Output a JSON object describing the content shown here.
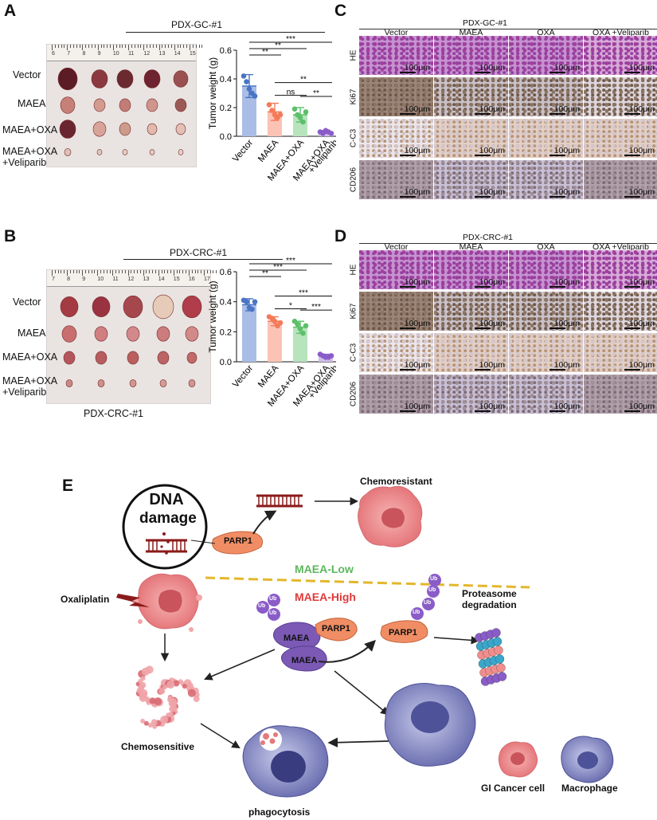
{
  "panels": {
    "A": {
      "letter": "A",
      "title": "PDX-GC-#1",
      "ruler_ticks": [
        "6",
        "7",
        "8",
        "9",
        "10",
        "11",
        "12",
        "13",
        "14",
        "15"
      ],
      "rows": [
        "Vector",
        "MAEA",
        "MAEA+OXA",
        "MAEA+OXA\n+Veliparib"
      ],
      "row1": "Vector",
      "row2": "MAEA",
      "row3": "MAEA+OXA",
      "row4a": "MAEA+OXA",
      "row4b": "+Veliparib"
    },
    "B": {
      "letter": "B",
      "title": "PDX-CRC-#1",
      "caption": "PDX-CRC-#1",
      "ruler_ticks": [
        "7",
        "8",
        "9",
        "10",
        "11",
        "12",
        "13",
        "14",
        "15",
        "16",
        "17"
      ],
      "row1": "Vector",
      "row2": "MAEA",
      "row3": "MAEA+OXA",
      "row4a": "MAEA+OXA",
      "row4b": "+Veliparib"
    },
    "C": {
      "letter": "C",
      "title": "PDX-GC-#1",
      "columns": [
        "Vector",
        "MAEA",
        "OXA",
        "OXA +Veliparib"
      ],
      "rows": [
        "HE",
        "Ki67",
        "C-C3",
        "CD206"
      ],
      "scale_label": "100µm"
    },
    "D": {
      "letter": "D",
      "title": "PDX-CRC-#1",
      "columns": [
        "Vector",
        "MAEA",
        "OXA",
        "OXA +Veliparib"
      ],
      "rows": [
        "HE",
        "Ki67",
        "C-C3",
        "CD206"
      ],
      "scale_label": "100µm"
    },
    "E": {
      "letter": "E",
      "dna_damage_1": "DNA",
      "dna_damage_2": "damage",
      "parp1": "PARP1",
      "chemoresistant": "Chemoresistant",
      "maea_low": "MAEA-Low",
      "maea_high": "MAEA-High",
      "oxaliplatin": "Oxaliplatin",
      "ub": "Ub",
      "maea": "MAEA",
      "proteasome_1": "Proteasome",
      "proteasome_2": "degradation",
      "chemosensitive": "Chemosensitive",
      "phagocytosis": "phagocytosis",
      "legend_cancer": "GI Cancer cell",
      "legend_macrophage": "Macrophage"
    }
  },
  "chart_data": [
    {
      "type": "bar",
      "panel": "A",
      "categories": [
        "Vector",
        "MAEA",
        "MAEA+OXA",
        "MAEA+OXA\n+Veliparib"
      ],
      "ylabel": "Tumor weight (g)",
      "ylim": [
        0,
        0.6
      ],
      "yticks": [
        "0.0",
        "0.2",
        "0.4",
        "0.6"
      ],
      "values": [
        0.35,
        0.17,
        0.15,
        0.03
      ],
      "errors": [
        0.08,
        0.06,
        0.05,
        0.01
      ],
      "points": [
        [
          0.42,
          0.38,
          0.33,
          0.3,
          0.28
        ],
        [
          0.22,
          0.18,
          0.15,
          0.13,
          0.15
        ],
        [
          0.19,
          0.15,
          0.13,
          0.1,
          0.17
        ],
        [
          0.03,
          0.02,
          0.04,
          0.03,
          0.02
        ]
      ],
      "colors": [
        "#4a74c4",
        "#f47a5a",
        "#5cc06a",
        "#8a5cc8"
      ],
      "fills": [
        "#a9bde6",
        "#fbc3b4",
        "#b7e3bd",
        "#cfbde9"
      ],
      "comparisons": [
        {
          "from": 0,
          "to": 3,
          "label": "***"
        },
        {
          "from": 0,
          "to": 2,
          "label": "**"
        },
        {
          "from": 0,
          "to": 1,
          "label": "**"
        },
        {
          "from": 1,
          "to": 3,
          "label": "**"
        },
        {
          "from": 1,
          "to": 2,
          "label": "ns"
        },
        {
          "from": 2,
          "to": 3,
          "label": "**"
        }
      ]
    },
    {
      "type": "bar",
      "panel": "B",
      "categories": [
        "Vector",
        "MAEA",
        "MAEA+OXA",
        "MAEA+OXA\n+Veliparib"
      ],
      "ylabel": "Tumor weight (g)",
      "ylim": [
        0,
        0.6
      ],
      "yticks": [
        "0.0",
        "0.2",
        "0.4",
        "0.6"
      ],
      "values": [
        0.38,
        0.27,
        0.23,
        0.04
      ],
      "errors": [
        0.04,
        0.03,
        0.04,
        0.01
      ],
      "points": [
        [
          0.41,
          0.4,
          0.36,
          0.35,
          0.4
        ],
        [
          0.3,
          0.29,
          0.27,
          0.24,
          0.26
        ],
        [
          0.27,
          0.25,
          0.22,
          0.19,
          0.24
        ],
        [
          0.05,
          0.04,
          0.03,
          0.03,
          0.04
        ]
      ],
      "colors": [
        "#4a74c4",
        "#f47a5a",
        "#5cc06a",
        "#8a5cc8"
      ],
      "fills": [
        "#a9bde6",
        "#fbc3b4",
        "#b7e3bd",
        "#cfbde9"
      ],
      "comparisons": [
        {
          "from": 0,
          "to": 3,
          "label": "***"
        },
        {
          "from": 0,
          "to": 2,
          "label": "***"
        },
        {
          "from": 0,
          "to": 1,
          "label": "**"
        },
        {
          "from": 1,
          "to": 3,
          "label": "***"
        },
        {
          "from": 1,
          "to": 2,
          "label": "*"
        },
        {
          "from": 2,
          "to": 3,
          "label": "***"
        }
      ]
    }
  ]
}
